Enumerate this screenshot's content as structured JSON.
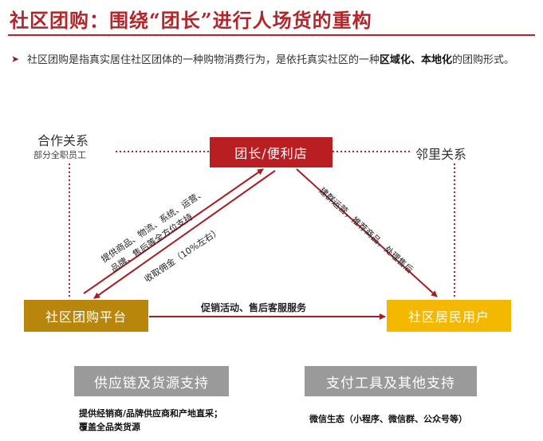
{
  "header": {
    "title": "社区团购：围绕“团长”进行人场货的重构"
  },
  "intro": {
    "bullet": "➤",
    "text_1": "社区团购是指真实居住社区团体的一种购物消费行为，是依托真实社区的一种",
    "bold_1": "区域化、本地化",
    "text_2": "的团购形式。"
  },
  "relations": {
    "left_label": "合作关系",
    "left_sublabel": "部分全职员工",
    "right_label": "邻里关系"
  },
  "nodes": {
    "leader": "团长/便利店",
    "platform": "社区团购平台",
    "resident": "社区居民用户"
  },
  "flows": {
    "platform_to_leader_line1": "提供商品、物流、系统、运营、",
    "platform_to_leader_line2": "品牌、售后等全方位支持",
    "leader_to_platform": "收取佣金（10%左右）",
    "leader_to_resident_line1": "建群运营，推荐商品，处理售后",
    "platform_to_resident": "促销活动、售后客服服务"
  },
  "supports": {
    "supply_title": "供应链及货源支持",
    "supply_desc_line1": "提供经销商/品牌供应商和产地直采；",
    "supply_desc_line2": "覆盖全品类货源",
    "payment_title": "支付工具及其他支持",
    "payment_desc": "微信生态（小程序、微信群、公众号等）"
  },
  "colors": {
    "title": "#b0262a",
    "leader": "#b81e22",
    "platform": "#b8860b",
    "resident": "#f5b800",
    "arrow": "#a51d22",
    "support_box": "#9a9a9a",
    "dotted": "#b0262a"
  }
}
